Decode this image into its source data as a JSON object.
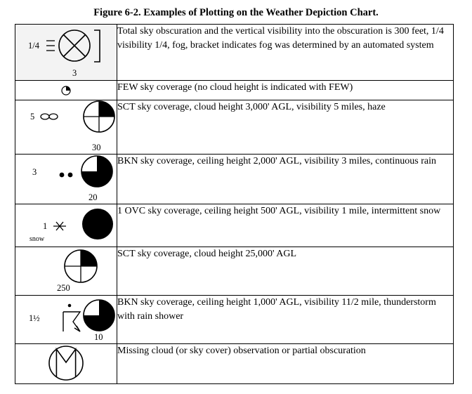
{
  "title": "Figure 6-2. Examples of Plotting on the Weather Depiction Chart.",
  "rows": [
    {
      "symbol": "total-obscuration",
      "vis": "1/4",
      "height": "3",
      "description": "Total sky obscuration and the vertical visibility into the obscuration is 300 feet, 1/4 visibility 1/4, fog, bracket indicates fog was determined by an automated system"
    },
    {
      "symbol": "few",
      "description": "FEW sky coverage (no cloud height is indicated with FEW)"
    },
    {
      "symbol": "sct",
      "vis": "5",
      "height": "30",
      "description": "SCT sky coverage, cloud height 3,000' AGL, visibility 5 miles, haze"
    },
    {
      "symbol": "bkn",
      "vis": "3",
      "height": "20",
      "description": "BKN sky coverage, ceiling height 2,000' AGL, visibility 3 miles, continuous rain"
    },
    {
      "symbol": "ovc",
      "vis": "1",
      "weather": "snow",
      "description": "1 OVC sky coverage, ceiling height 500' AGL, visibility 1 mile, intermittent snow"
    },
    {
      "symbol": "sct",
      "height": "250",
      "description": "SCT sky coverage, cloud height 25,000' AGL"
    },
    {
      "symbol": "bkn",
      "vis": "1½",
      "height": "10",
      "description": "BKN sky coverage, ceiling height 1,000' AGL, visibility 11/2 mile, thunderstorm with rain shower"
    },
    {
      "symbol": "missing",
      "description": "Missing cloud (or sky cover) observation or partial obscuration"
    }
  ]
}
